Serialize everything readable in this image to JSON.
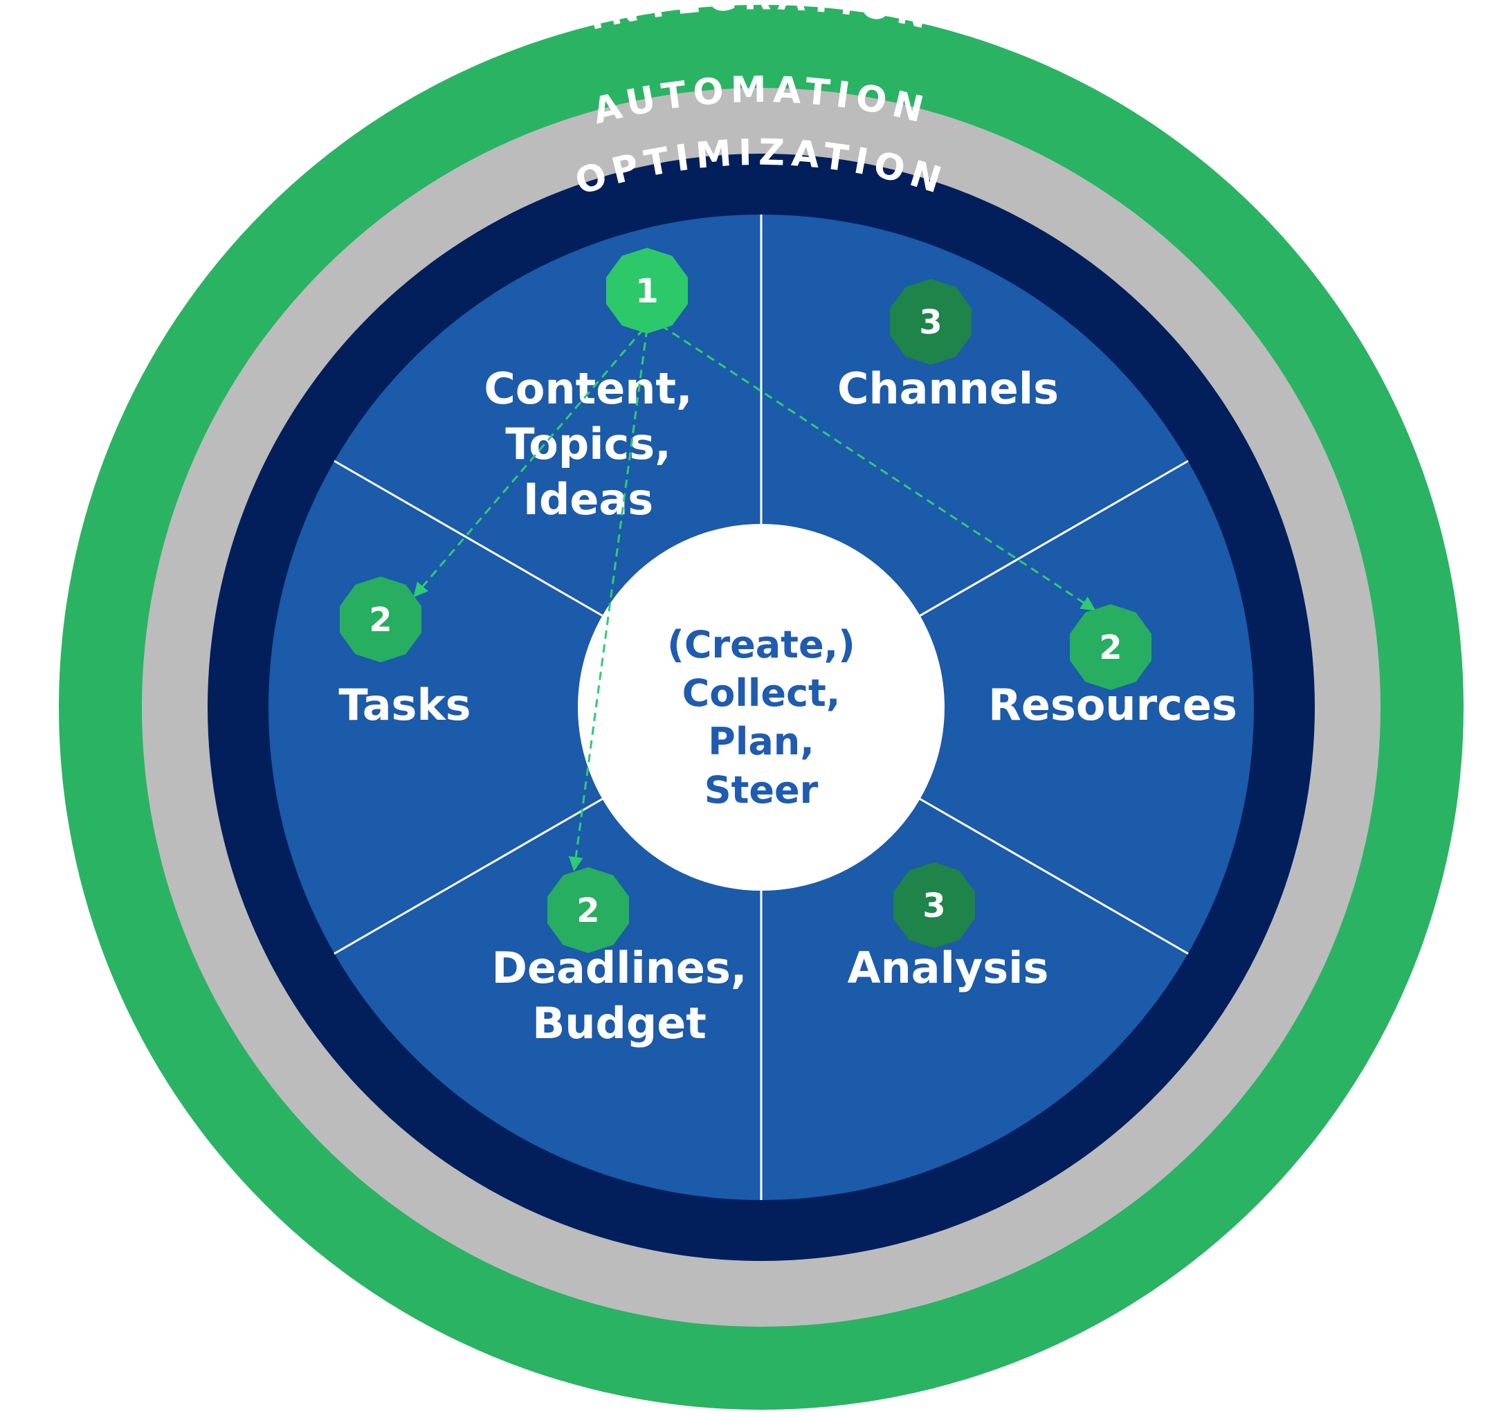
{
  "colors": {
    "integration_ring": "#2ab363",
    "automation_ring": "#bcbcbc",
    "optimization_ring": "#021f5c",
    "segment_fill": "#1c5aaa",
    "divider": "#ffffff",
    "hub_fill": "#ffffff",
    "hub_text": "#1f5bb0",
    "ring_text_light": "#ffffff",
    "badge_light_green": "#2dc86a",
    "badge_mid_green": "#27ae60",
    "badge_dark_green": "#1e8449",
    "arrow": "#2ecc71"
  },
  "rings": {
    "integration": "INTEGRATION",
    "automation": "AUTOMATION",
    "optimization": "OPTIMIZATION"
  },
  "center": {
    "lines": [
      "(Create,)",
      "Collect,",
      "Plan,",
      "Steer"
    ]
  },
  "segments": [
    {
      "id": "content",
      "lines": [
        "Content,",
        "Topics,",
        "Ideas"
      ],
      "badge": "1",
      "badge_color": "badge_light_green"
    },
    {
      "id": "channels",
      "lines": [
        "Channels"
      ],
      "badge": "3",
      "badge_color": "badge_dark_green"
    },
    {
      "id": "resources",
      "lines": [
        "Resources"
      ],
      "badge": "2",
      "badge_color": "badge_mid_green"
    },
    {
      "id": "analysis",
      "lines": [
        "Analysis"
      ],
      "badge": "3",
      "badge_color": "badge_dark_green"
    },
    {
      "id": "deadlines",
      "lines": [
        "Deadlines,",
        "Budget"
      ],
      "badge": "2",
      "badge_color": "badge_mid_green"
    },
    {
      "id": "tasks",
      "lines": [
        "Tasks"
      ],
      "badge": "2",
      "badge_color": "badge_mid_green"
    }
  ],
  "arrows": [
    {
      "from": "content",
      "to": "tasks"
    },
    {
      "from": "content",
      "to": "deadlines"
    },
    {
      "from": "content",
      "to": "resources"
    }
  ]
}
